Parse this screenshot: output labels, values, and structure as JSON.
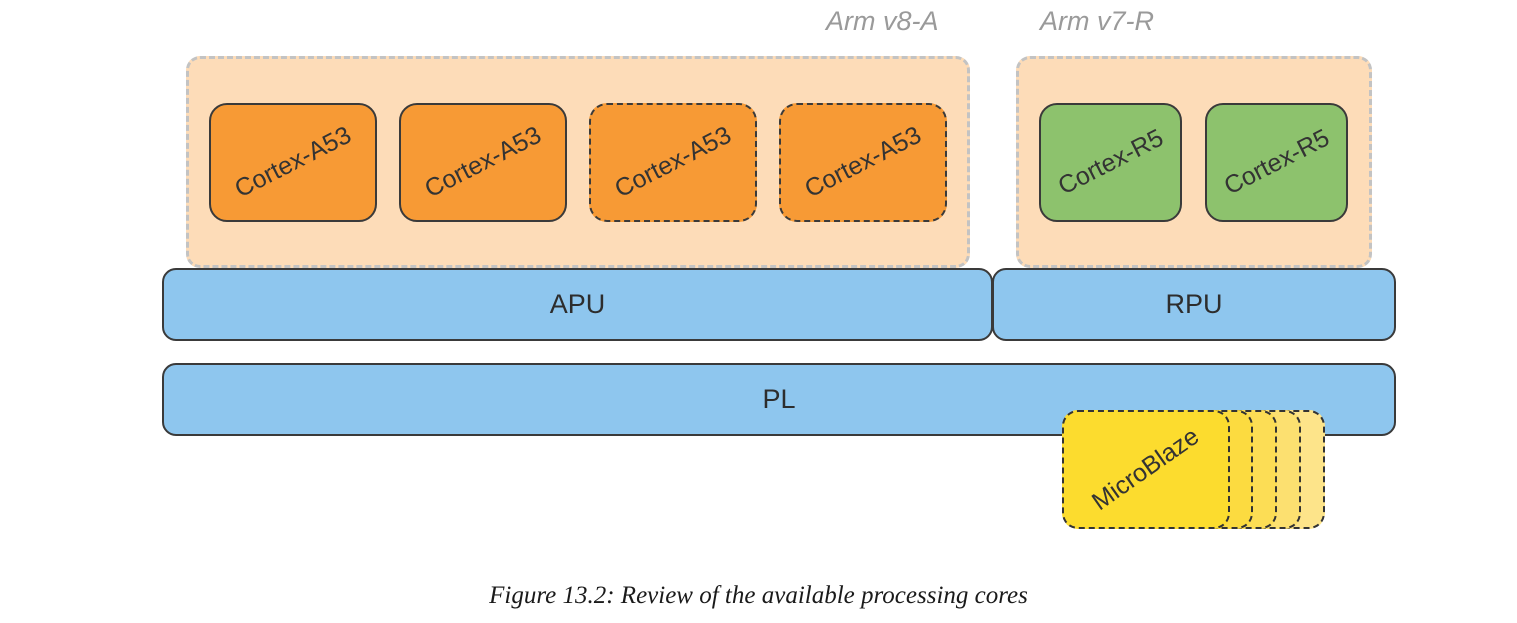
{
  "arch_labels": {
    "v8a": "Arm v8-A",
    "v7r": "Arm v7-R"
  },
  "apu_cores": [
    {
      "label": "Cortex-A53",
      "border": "solid"
    },
    {
      "label": "Cortex-A53",
      "border": "solid"
    },
    {
      "label": "Cortex-A53",
      "border": "dashed"
    },
    {
      "label": "Cortex-A53",
      "border": "dashed"
    }
  ],
  "rpu_cores": [
    {
      "label": "Cortex-R5"
    },
    {
      "label": "Cortex-R5"
    }
  ],
  "bars": {
    "apu": "APU",
    "rpu": "RPU",
    "pl": "PL"
  },
  "microblaze": {
    "label": "MicroBlaze",
    "stack_copies": 5
  },
  "colors": {
    "cluster_fill": "#fddcb8",
    "cortex_a53": "#f79a35",
    "cortex_r5": "#8dc26d",
    "bus_fill": "#8ec6ee",
    "microblaze": "#fcdc2e"
  },
  "caption": "Figure 13.2:  Review of the available processing cores"
}
